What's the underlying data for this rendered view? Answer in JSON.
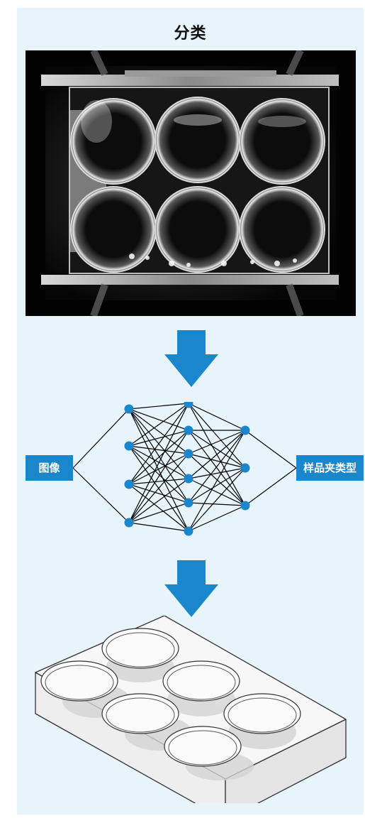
{
  "title": "分类",
  "network": {
    "input_label": "图像",
    "output_label": "样品夹类型"
  },
  "colors": {
    "panel_bg": "#e8f4fb",
    "accent_blue": "#1a87cd",
    "node_blue": "#1a87cd",
    "edge_black": "#000000",
    "photo_bg": "#000000"
  },
  "icons": [
    "down-arrow-icon",
    "down-arrow-icon"
  ]
}
